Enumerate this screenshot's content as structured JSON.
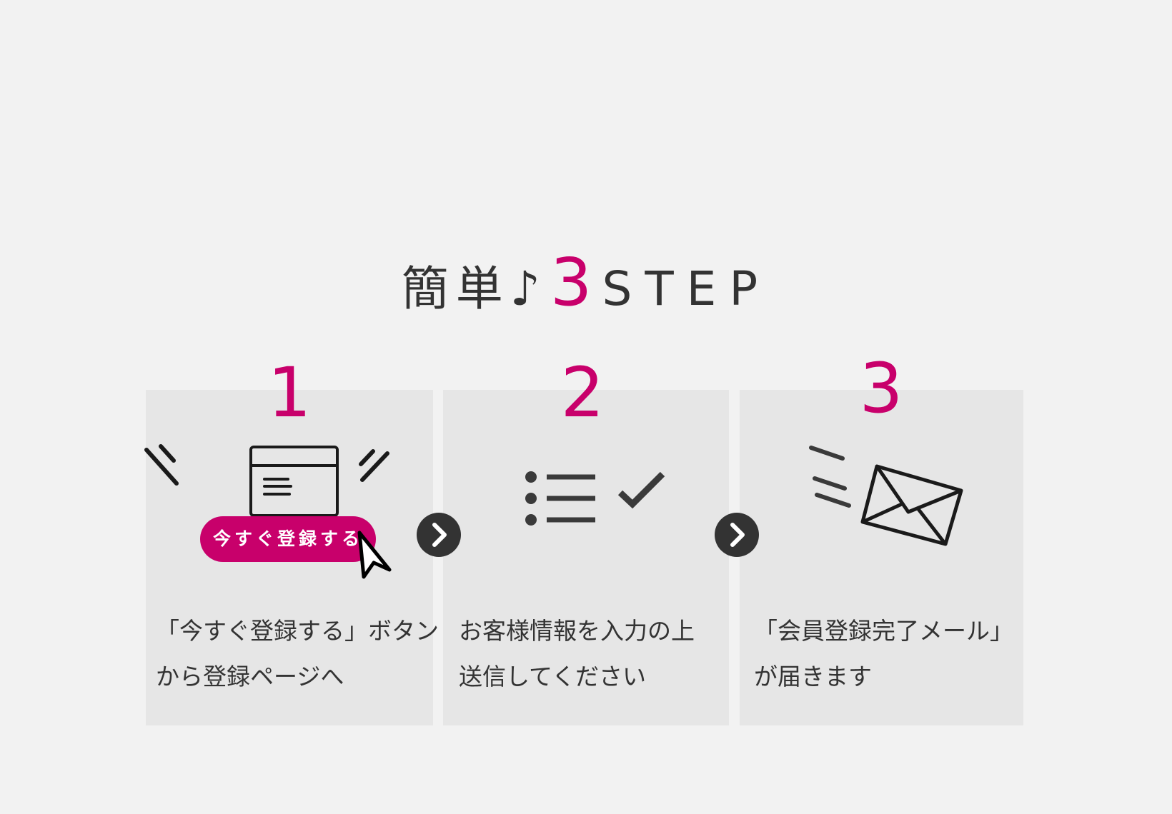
{
  "heading": {
    "prefix": "簡単♪",
    "number": "3",
    "suffix": "STEP"
  },
  "steps": [
    {
      "number": "1",
      "button_label": "今すぐ登録する",
      "text_lines": [
        "「今すぐ登録する」ボタン",
        "から登録ページへ"
      ]
    },
    {
      "number": "2",
      "text_lines": [
        "お客様情報を入力の上",
        "送信してください"
      ]
    },
    {
      "number": "3",
      "text_lines": [
        "「会員登録完了メール」",
        "が届きます"
      ]
    }
  ],
  "colors": {
    "accent": "#c8006b",
    "text": "#333333",
    "card_bg": "#e6e6e6",
    "page_bg": "#f2f2f2"
  },
  "icons": {
    "step1": "registration-window-icon",
    "step2": "checklist-icon",
    "step3": "envelope-icon",
    "arrow": "chevron-right-icon"
  }
}
